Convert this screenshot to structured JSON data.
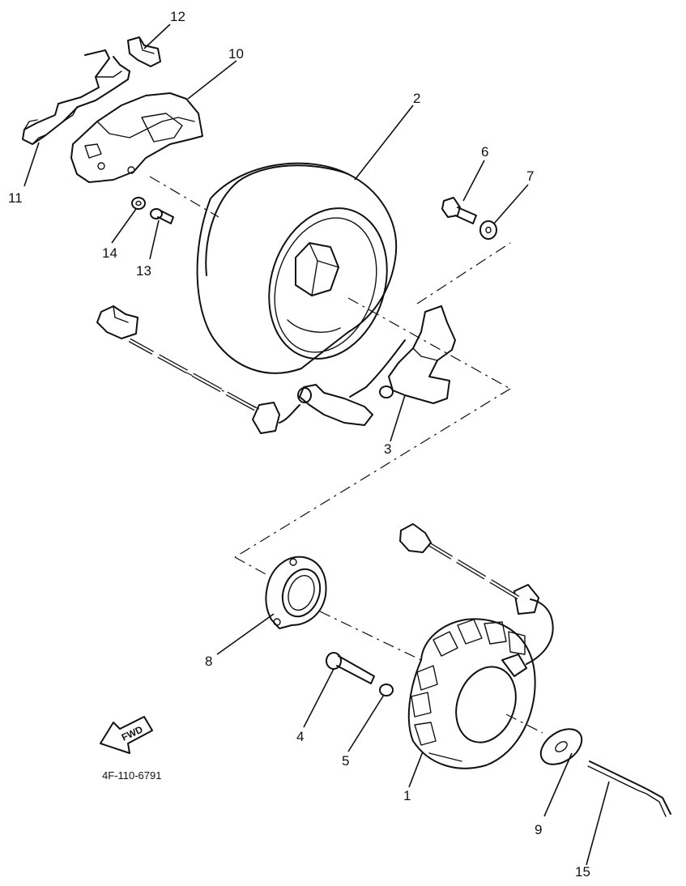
{
  "diagram": {
    "part_labels": [
      {
        "id": "1",
        "text": "1"
      },
      {
        "id": "2",
        "text": "2"
      },
      {
        "id": "3",
        "text": "3"
      },
      {
        "id": "4",
        "text": "4"
      },
      {
        "id": "5",
        "text": "5"
      },
      {
        "id": "6",
        "text": "6"
      },
      {
        "id": "7",
        "text": "7"
      },
      {
        "id": "8",
        "text": "8"
      },
      {
        "id": "9",
        "text": "9"
      },
      {
        "id": "10",
        "text": "10"
      },
      {
        "id": "11",
        "text": "11"
      },
      {
        "id": "12",
        "text": "12"
      },
      {
        "id": "13",
        "text": "13"
      },
      {
        "id": "14",
        "text": "14"
      },
      {
        "id": "15",
        "text": "15"
      }
    ],
    "fwd_label": "FWD",
    "figure_code": "4F-110-6791"
  },
  "colors": {
    "ink": "#111111",
    "paper": "#ffffff"
  }
}
